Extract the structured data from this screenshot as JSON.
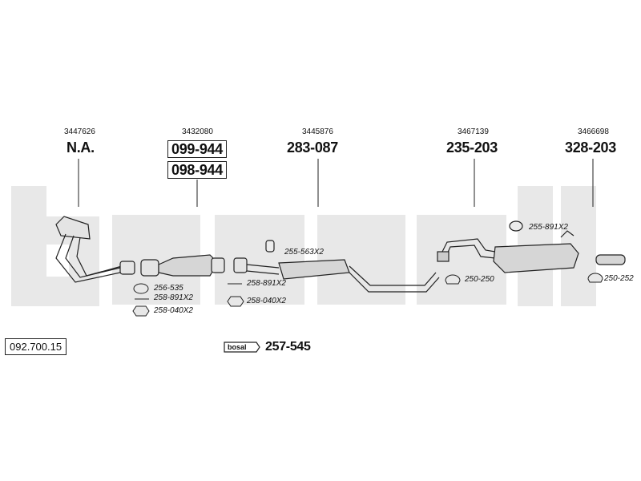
{
  "diagram_number": "092.700.15",
  "brand_mark": "bosal",
  "parts": [
    {
      "oem": "3447626",
      "code": "N.A."
    },
    {
      "oem": "3432080",
      "code": "099-944",
      "alt_code": "098-944"
    },
    {
      "oem": "3445876",
      "code": "283-087"
    },
    {
      "oem": "3467139",
      "code": "235-203"
    },
    {
      "oem": "3466698",
      "code": "328-203"
    }
  ],
  "accessories": {
    "gasket_1": "256-535",
    "spring_1": "258-891X2",
    "nut_1": "258-040X2",
    "spring_2": "258-891X2",
    "nut_2": "258-040X2",
    "clamp_mid": "255-563X2",
    "clamp_rear_top": "255-891X2",
    "clamp_rear": "250-250",
    "clamp_tail": "250-252"
  },
  "kit": {
    "label": "257-545"
  },
  "colors": {
    "watermark": "#e6e6e6",
    "line": "#222222",
    "fill": "#d0d0d0"
  }
}
